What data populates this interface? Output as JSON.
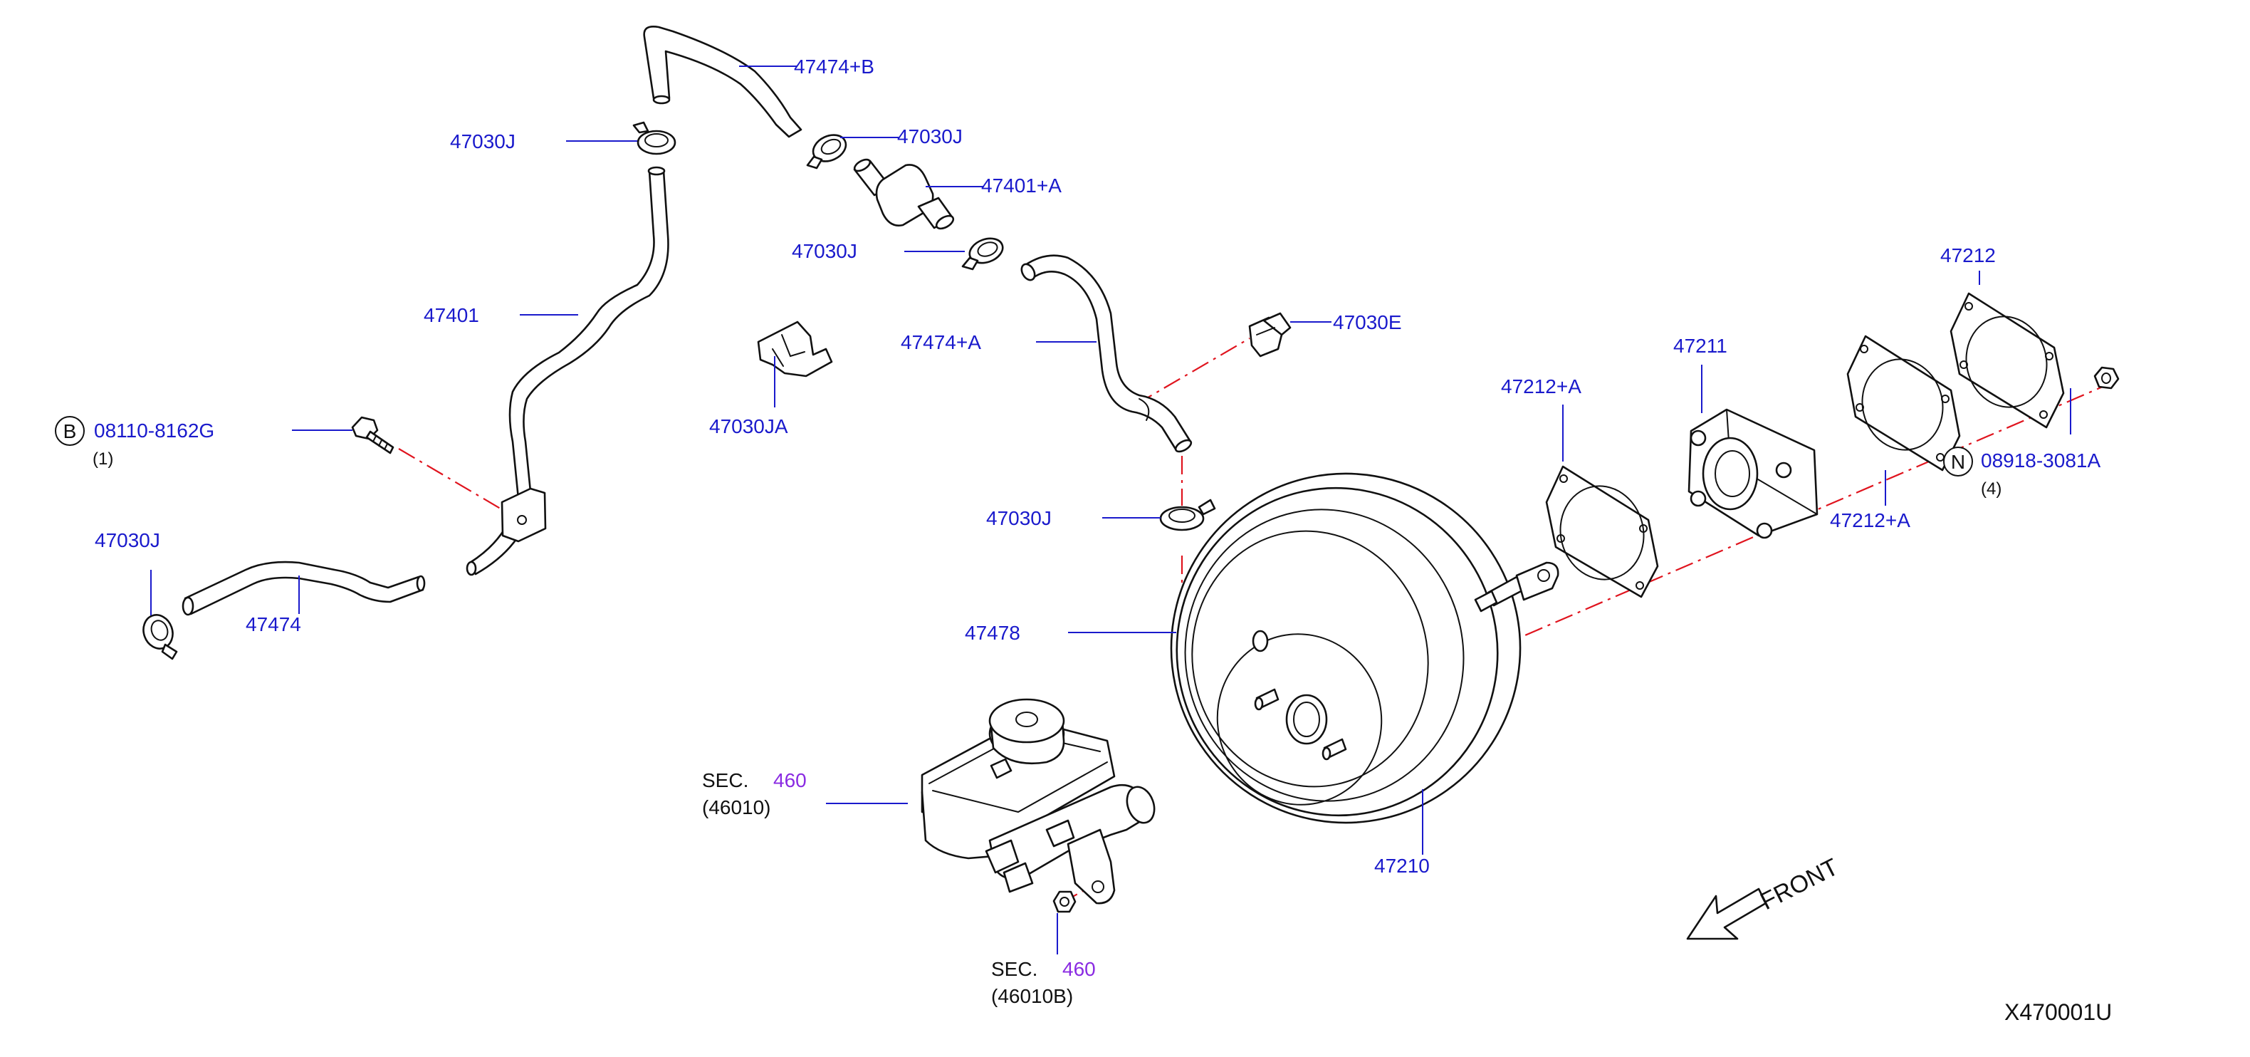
{
  "labels": {
    "hose_b": "47474+B",
    "clamp_top_left": "47030J",
    "clamp_top_mid": "47030J",
    "valve": "47401+A",
    "clamp_mid": "47030J",
    "tube": "47401",
    "hose_a": "47474+A",
    "grommet": "47030E",
    "clip": "47030JA",
    "bolt_part": "08110-8162G",
    "bolt_qty": "(1)",
    "clamp_low": "47030J",
    "clamp_left": "47030J",
    "hose": "47474",
    "connector": "47478",
    "booster": "47210",
    "gasket_a_top": "47212+A",
    "spacer": "47211",
    "gasket_top": "47212",
    "gasket_a_low": "47212+A",
    "nut_part": "08918-3081A",
    "nut_qty": "(4)",
    "sec_prefix_1": "SEC.",
    "sec_num_1": "460",
    "sec_ref_1": "(46010)",
    "sec_prefix_2": "SEC.",
    "sec_num_2": "460",
    "sec_ref_2": "(46010B)",
    "front": "FRONT",
    "diagram_id": "X470001U",
    "badge_b": "B",
    "badge_n": "N"
  },
  "colors": {
    "label_blue": "#1a1acc",
    "section_purple": "#8a2be2",
    "dash_red": "#e0141e",
    "line_black": "#111111"
  }
}
